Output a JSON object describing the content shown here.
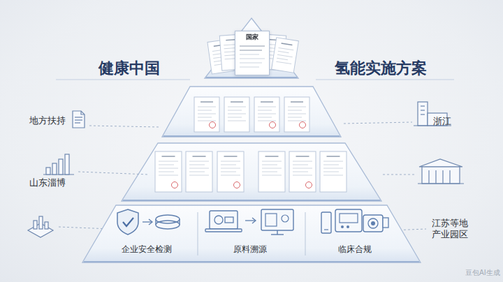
{
  "diagram": {
    "nodes": [
      {
        "text": [
          "国家"
        ]
      },
      {
        "text": [
          "企业安全检测",
          "原料溯源",
          "临床合规"
        ]
      }
    ],
    "labels": [
      "健康中国",
      "氢能实施方案",
      "地方扶持",
      "山东淄博",
      "浙江",
      "江苏等地 产业园区",
      "豆包AI生成"
    ]
  }
}
